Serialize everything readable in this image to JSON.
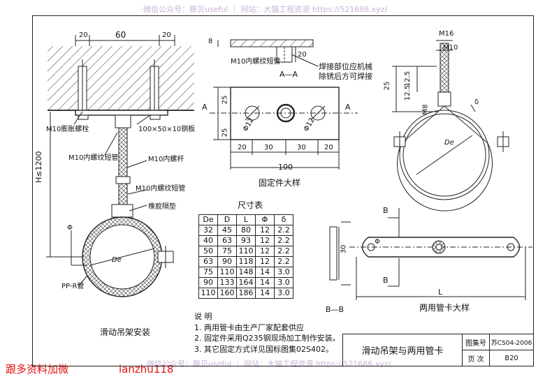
{
  "watermark": {
    "top": "微信公众号：豚贝useful ｜ 网站：大猫工程资源 https://521686.xyz/",
    "bottom": "微信公众号：豚贝useful ｜ 网站：大猫工程资源 https://521686.xyz/",
    "left_red": "跟多资料加微",
    "left_red2": "ianzhu118"
  },
  "left_view": {
    "dim_20a": "20",
    "dim_60": "60",
    "dim_20b": "20",
    "bolt_label": "M10膨胀螺栓",
    "plate_label": "100×50×10钢板",
    "short_tube_label": "M10内螺纹短管",
    "rod_label": "M10内螺杆",
    "short_tube_label2": "M10内螺纹短管",
    "rubber_label": "橡胶隔垫",
    "height_label": "H≤1200",
    "pipe_label": "PP-R管",
    "phi_label": "Φ",
    "de_label": "De",
    "caption": "滑动吊架安装"
  },
  "fixing_plate": {
    "section_label": "A—A",
    "dim_8": "8",
    "dim_20_vert": "20",
    "short_tube_label": "M10内螺纹短管",
    "weld_note_1": "焊接部位应机械",
    "weld_note_2": "除锈后方可焊接",
    "dim_25a": "25",
    "dim_25b": "25",
    "hole_left": "Φ12",
    "hole_right": "Φ12",
    "marker_a_left": "A",
    "marker_a_right": "A",
    "dims_bottom": [
      "20",
      "30",
      "30",
      "20"
    ],
    "dim_100": "100",
    "caption": "固定件大样"
  },
  "clamp_detail": {
    "m16": "M16",
    "m10": "M10",
    "dim_25": "25",
    "dim_125a": "12.5",
    "dim_125b": "12.5",
    "m8": "M8",
    "delta": "δ",
    "de": "De"
  },
  "dims_table": {
    "title": "尺寸表",
    "headers": [
      "De",
      "D",
      "L",
      "Φ",
      "δ"
    ],
    "rows": [
      [
        "32",
        "45",
        "80",
        "12",
        "2.2"
      ],
      [
        "40",
        "63",
        "93",
        "12",
        "2.2"
      ],
      [
        "50",
        "75",
        "110",
        "12",
        "2.2"
      ],
      [
        "63",
        "90",
        "118",
        "12",
        "2.2"
      ],
      [
        "75",
        "110",
        "148",
        "14",
        "3.0"
      ],
      [
        "90",
        "133",
        "164",
        "14",
        "3.0"
      ],
      [
        "110",
        "160",
        "186",
        "14",
        "3.0"
      ]
    ]
  },
  "bb_section": {
    "label": "B—B",
    "dim_30": "30",
    "marker_b_top": "B",
    "marker_b_bottom": "B",
    "phi": "Φ",
    "dim_L": "L",
    "caption": "两用管卡大样"
  },
  "notes": {
    "title": "说  明",
    "items": [
      "1.  两用管卡由生产厂家配套供应",
      "2.  固定件采用Q235钢现场加工制作安装。",
      "3.  其它固定方式详见国标图集02S402。"
    ]
  },
  "title_block": {
    "drawing_title": "滑动吊架与两用管卡",
    "atlas_label": "图集号",
    "atlas_value": "苏CS04-2006",
    "page_label": "页  次",
    "page_value": "B20"
  }
}
